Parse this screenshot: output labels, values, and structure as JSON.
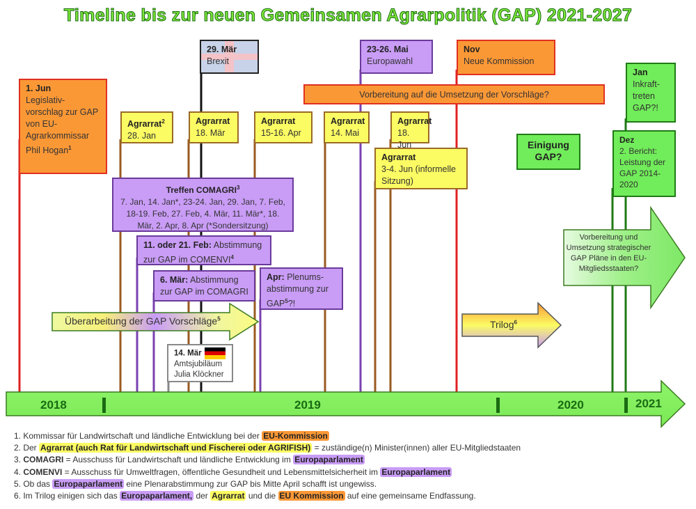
{
  "title": "Timeline bis zur neuen Gemeinsamen Agrarpolitik (GAP) 2021-2027",
  "events": {
    "jun": {
      "date": "1. Jun",
      "text": "Legislativ-vorschlag zur GAP von EU-Agrarkommissar Phil Hogan",
      "sup": "1"
    },
    "brexit": {
      "date": "29. Mär",
      "text": "Brexit"
    },
    "agr1": {
      "title": "Agrarrat",
      "sup": "2",
      "date": "28. Jan"
    },
    "agr2": {
      "title": "Agrarrat",
      "date": "18. Mär"
    },
    "agr3": {
      "title": "Agrarrat",
      "date": "15-16. Apr"
    },
    "agr4": {
      "title": "Agrarrat",
      "date": "14. Mai"
    },
    "agr5": {
      "title": "Agrarrat",
      "date": "18. Jun"
    },
    "agr6": {
      "title": "Agrarrat",
      "date": "3-4. Jun (informelle Sitzung)"
    },
    "wahl": {
      "date": "23-26. Mai",
      "text": "Europawahl"
    },
    "nov": {
      "date": "Nov",
      "text": "Neue Kommission"
    },
    "vorb": "Vorbereitung auf die Umsetzung der Vorschläge?",
    "einigung": "Einigung GAP?",
    "jan": {
      "date": "Jan",
      "text": "Inkraft-treten GAP?!"
    },
    "dez": {
      "date": "Dez",
      "text": "2. Bericht: Leistung der GAP 2014-2020"
    },
    "comagri": {
      "title": "Treffen COMAGRI",
      "sup": "3",
      "text": "7. Jan, 14. Jan*, 23-24. Jan, 29. Jan, 7. Feb, 18-19. Feb, 27. Feb, 4. Mär, 11. Mär*, 18. Mär, 2. Apr, 8. Apr (*Sondersitzung)"
    },
    "comenvi": {
      "date": "11. oder 21. Feb:",
      "text": "Abstimmung zur GAP im COMENVI",
      "sup": "4"
    },
    "comagri_vote": {
      "date": "6. Mär:",
      "text": "Abstimmung zur GAP im COMAGRI"
    },
    "plenum": {
      "date": "Apr:",
      "text": "Plenums-abstimmung zur GAP",
      "sup": "5",
      "suffix": "?!"
    },
    "kloeckner": {
      "date": "14. Mär",
      "text": "Amtsjubiläum Julia Klöckner"
    }
  },
  "arrows": {
    "ueberarbeitung": "Überarbeitung der GAP Vorschläge",
    "ueb_sup": "5",
    "trilog": "Trilog",
    "tri_sup": "6",
    "strategisch": "Vorbereitung und Umsetzung strategischer GAP Pläne in den EU-Mitgliedsstaaten?"
  },
  "years": [
    "2018",
    "2019",
    "2020",
    "2021"
  ],
  "footnotes": {
    "f1": {
      "a": "1. Kommissar für Landwirtschaft und ländliche Entwicklung bei der ",
      "h": "EU-Kommission"
    },
    "f2": {
      "a": "2. Der ",
      "h": "Agrarrat (auch Rat für Landwirtschaft und Fischerei oder AGRIFISH)",
      "b": " = zuständige(n) Minister(innen) aller EU-Mitgliedstaaten"
    },
    "f3": {
      "a": "3. ",
      "k": "COMAGRI",
      "b": " = Ausschuss für Landwirtschaft und ländliche Entwicklung im ",
      "h": "Europaparlament"
    },
    "f4": {
      "a": "4. ",
      "k": "COMENVI",
      "b": " = Ausschuss für Umweltfragen, öffentliche Gesundheit und Lebensmittelsicherheit im ",
      "h": "Europaparlament"
    },
    "f5": {
      "a": "5. Ob das ",
      "h": "Europaparlament",
      "b": " eine Plenarabstimmung zur GAP bis Mitte April schafft ist ungewiss."
    },
    "f6": {
      "a": "6. Im Trilog einigen sich das ",
      "h1": "Europaparlament,",
      "b": " der ",
      "h2": "Agrarrat",
      "c": " und die ",
      "h3": "EU Kommission",
      "d": " auf eine gemeinsame Endfassung."
    }
  }
}
